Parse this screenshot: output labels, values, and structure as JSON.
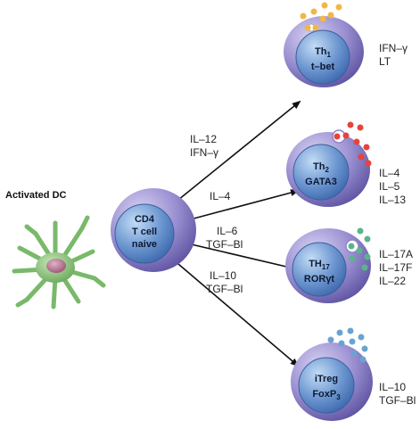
{
  "colors": {
    "cell_outer": "#8f86c9",
    "cell_outer_dark": "#5f55a3",
    "nucleus": "#5a86c6",
    "nucleus_light": "#9cc0ea",
    "dc_body": "#86c478",
    "dc_nucleus": "#b0708c",
    "granule_th1": "#f3b646",
    "granule_th2": "#e8433a",
    "granule_th17": "#5bb48a",
    "granule_treg": "#6aa3d3",
    "arrow": "#111111"
  },
  "dc": {
    "label": "Activated DC",
    "icon": "dendritic-cell-icon"
  },
  "naive": {
    "line1": "CD4",
    "line2": "T cell",
    "line3": "naive"
  },
  "pathways": [
    {
      "id": "th1",
      "signal1": "IL–12",
      "signal2": "IFN–γ"
    },
    {
      "id": "th2",
      "signal1": "IL–4",
      "signal2": ""
    },
    {
      "id": "th17",
      "signal1": "IL–6",
      "signal2": "TGF–Bl"
    },
    {
      "id": "treg",
      "signal1": "IL–10",
      "signal2": "TGF–Bl"
    }
  ],
  "cells": [
    {
      "id": "th1",
      "name": "Th",
      "sub": "1",
      "tf": "t–bet",
      "tf_sub": "",
      "outputs": [
        "IFN–γ",
        "LT"
      ]
    },
    {
      "id": "th2",
      "name": "Th",
      "sub": "2",
      "tf": "GATA3",
      "tf_sub": "",
      "outputs": [
        "IL–4",
        "IL–5",
        "IL–13"
      ]
    },
    {
      "id": "th17",
      "name": "TH",
      "sub": "17",
      "tf": "RORγt",
      "tf_sub": "",
      "outputs": [
        "IL–17A",
        "IL–17F",
        "IL–22"
      ]
    },
    {
      "id": "treg",
      "name": "iTreg",
      "sub": "",
      "tf": "FoxP",
      "tf_sub": "3",
      "outputs": [
        "IL–10",
        "TGF–Bl"
      ]
    }
  ]
}
